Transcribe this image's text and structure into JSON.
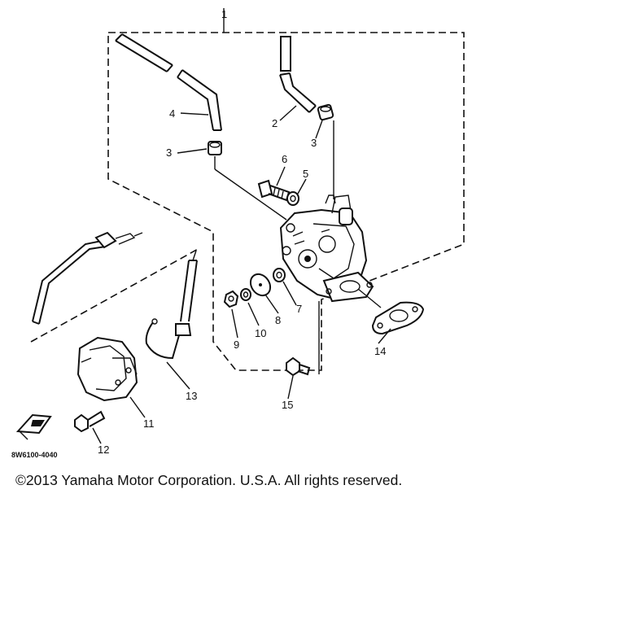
{
  "callouts": {
    "c1": "1",
    "c2": "2",
    "c3a": "3",
    "c3b": "3",
    "c4": "4",
    "c5": "5",
    "c6": "6",
    "c7": "7",
    "c8": "8",
    "c9": "9",
    "c10": "10",
    "c11": "11",
    "c12": "12",
    "c13": "13",
    "c14": "14",
    "c15": "15"
  },
  "diagram_code": "8W6100-4040",
  "copyright": "©2013 Yamaha Motor Corporation. U.S.A. All rights reserved."
}
